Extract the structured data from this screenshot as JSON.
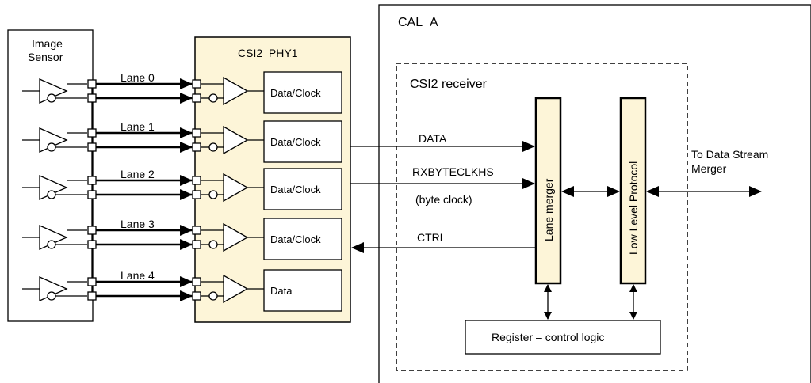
{
  "image_sensor": {
    "line1": "Image",
    "line2": "Sensor"
  },
  "phy": {
    "title": "CSI2_PHY1",
    "blocks": [
      "Data/Clock",
      "Data/Clock",
      "Data/Clock",
      "Data/Clock",
      "Data"
    ]
  },
  "lanes": [
    "Lane 0",
    "Lane 1",
    "Lane 2",
    "Lane 3",
    "Lane 4"
  ],
  "cal": {
    "title": "CAL_A",
    "receiver_title": "CSI2 receiver",
    "lane_merger": "Lane merger",
    "low_level_protocol": "Low Level Protocol",
    "register_logic": "Register – control logic"
  },
  "signals": {
    "data": "DATA",
    "rxbyteclkhs": "RXBYTECLKHS",
    "byte_clock": "(byte clock)",
    "ctrl": "CTRL"
  },
  "output": {
    "line1": "To Data Stream",
    "line2": "Merger"
  }
}
